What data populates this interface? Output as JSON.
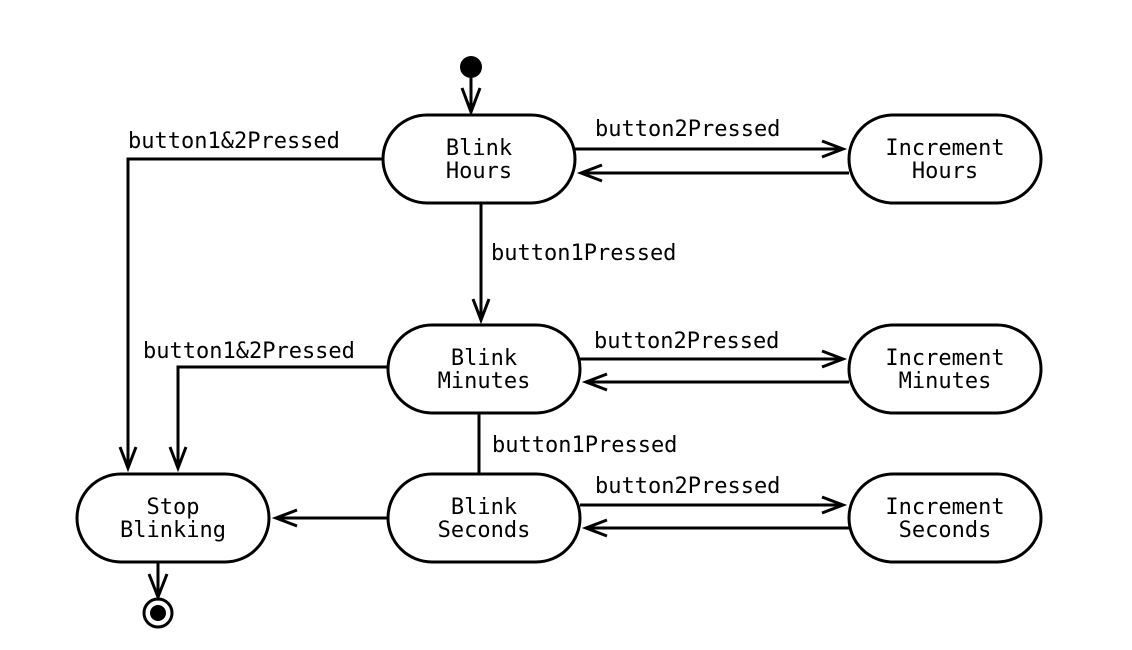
{
  "states": {
    "blink_hours": [
      "Blink",
      "Hours"
    ],
    "increment_hours": [
      "Increment",
      "Hours"
    ],
    "blink_minutes": [
      "Blink",
      "Minutes"
    ],
    "increment_minutes": [
      "Increment",
      "Minutes"
    ],
    "blink_seconds": [
      "Blink",
      "Seconds"
    ],
    "increment_seconds": [
      "Increment",
      "Seconds"
    ],
    "stop_blinking": [
      "Stop",
      "Blinking"
    ]
  },
  "transitions": {
    "hours_to_inc_hours": "button2Pressed",
    "hours_to_stop": "button1&2Pressed",
    "hours_to_minutes": "button1Pressed",
    "minutes_to_inc_minutes": "button2Pressed",
    "minutes_to_stop": "button1&2Pressed",
    "minutes_to_seconds": "button1Pressed",
    "seconds_to_inc_seconds": "button2Pressed"
  },
  "colors": {
    "stroke": "#000000",
    "background": "#ffffff"
  }
}
